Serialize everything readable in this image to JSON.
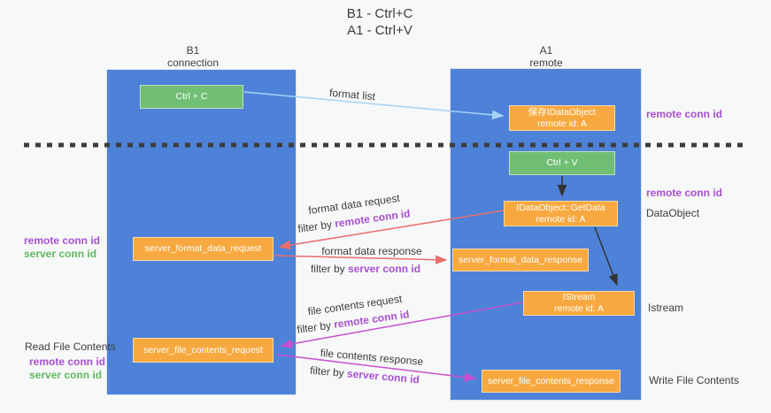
{
  "title": {
    "line1": "B1 - Ctrl+C",
    "line2": "A1 - Ctrl+V"
  },
  "lanes": {
    "left": {
      "header_line1": "B1",
      "header_line2": "connection"
    },
    "right": {
      "header_line1": "A1",
      "header_line2": "remote"
    }
  },
  "boxes": {
    "ctrl_c": {
      "label": "Ctrl + C"
    },
    "save_idataobject": {
      "line1": "保存IDataObject",
      "line2": "remote id: A"
    },
    "ctrl_v": {
      "label": "Ctrl + V"
    },
    "getdata": {
      "line1": "IDataObject::GetData",
      "line2": "remote id: A"
    },
    "format_request": {
      "label": "server_format_data_request"
    },
    "format_response": {
      "label": "server_format_data_response"
    },
    "istream": {
      "line1": "IStream",
      "line2": "remote id: A"
    },
    "file_request": {
      "label": "server_file_contents_request"
    },
    "file_response": {
      "label": "server_file_contents_response"
    }
  },
  "side_labels": {
    "right_remote_conn_top": "remote conn id",
    "right_remote_conn_mid": "remote conn id",
    "dataobject": "DataObject",
    "istream": "Istream",
    "write_file_contents": "Write File Contents",
    "left_remote_conn_mid": "remote conn id",
    "left_server_conn_mid": "server conn id",
    "read_file_contents": "Read File Contents",
    "left_remote_conn_bottom": "remote conn id",
    "left_server_conn_bottom": "server conn id"
  },
  "arrow_labels": {
    "format_list": "format list",
    "format_data_request": "format data request",
    "format_data_response": "format data response",
    "file_contents_request": "file contents request",
    "file_contents_response": "file contents response",
    "filter_by_prefix": "filter by ",
    "remote_conn_id": "remote conn id",
    "server_conn_id": "server conn id"
  },
  "colors": {
    "lane_blue": "#4d82d8",
    "box_green": "#71bf74",
    "box_orange": "#f7a940",
    "text_purple": "#a94fd1",
    "text_green": "#5fb963",
    "arrow_light_blue": "#a7d3f2",
    "arrow_red": "#e86e6e",
    "arrow_magenta": "#c94fd0",
    "arrow_black": "#333333",
    "dashed_line": "#3d3d3d",
    "background": "#f7f8f8"
  }
}
